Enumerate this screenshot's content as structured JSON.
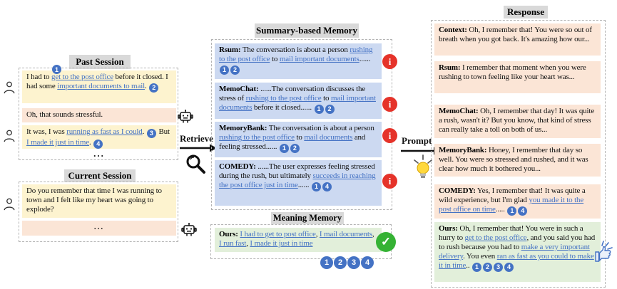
{
  "labels": {
    "past_session": "Past Session",
    "current_session": "Current Session",
    "summary_memory": "Summary-based Memory",
    "meaning_memory": "Meaning Memory",
    "response": "Response",
    "retrieve": "Retrieve",
    "prompt": "Prompt",
    "ellipsis": "..."
  },
  "colors": {
    "accent_blue": "#4472c4",
    "link_blue": "#4472c4",
    "error_red": "#e5332a",
    "success_green": "#35b234",
    "user_bubble": "#fdf3cf",
    "assistant_bubble": "#fbe5d6",
    "summary_card": "#ccd9f1",
    "ours_card": "#e2efda",
    "label_chip": "#d9d9d9"
  },
  "icons": {
    "info_glyph": "i",
    "check_glyph": "✓"
  },
  "past_session": {
    "float_badge": "1",
    "messages": [
      {
        "role": "user",
        "segments": [
          {
            "k": "t",
            "v": "I had to "
          },
          {
            "k": "l",
            "v": "get to the post office"
          },
          {
            "k": "t",
            "v": " before it closed. I had some "
          },
          {
            "k": "l",
            "v": "important documents to mail"
          },
          {
            "k": "t",
            "v": ". "
          },
          {
            "k": "b",
            "v": "2"
          }
        ]
      },
      {
        "role": "assistant",
        "segments": [
          {
            "k": "t",
            "v": "Oh, that sounds stressful."
          }
        ]
      },
      {
        "role": "user",
        "segments": [
          {
            "k": "t",
            "v": "It was, I was "
          },
          {
            "k": "l",
            "v": "running as fast as I could"
          },
          {
            "k": "t",
            "v": ". "
          },
          {
            "k": "b",
            "v": "3"
          },
          {
            "k": "t",
            "v": " But "
          },
          {
            "k": "l",
            "v": "I made it just in time"
          },
          {
            "k": "t",
            "v": ". "
          },
          {
            "k": "b",
            "v": "4"
          }
        ]
      }
    ]
  },
  "current_session": {
    "messages": [
      {
        "role": "user",
        "segments": [
          {
            "k": "t",
            "v": "Do you remember that time I was running to town and I felt like my heart was going to explode?"
          }
        ]
      }
    ]
  },
  "summary_memory": {
    "entries": [
      {
        "name": "Rsum",
        "segments": [
          {
            "k": "s",
            "v": "Rsum:"
          },
          {
            "k": "t",
            "v": " The conversation is about a person "
          },
          {
            "k": "l",
            "v": "rushing to the post office"
          },
          {
            "k": "t",
            "v": " to "
          },
          {
            "k": "l",
            "v": "mail important documents"
          },
          {
            "k": "t",
            "v": "...... "
          },
          {
            "k": "b",
            "v": "1"
          },
          {
            "k": "b",
            "v": "2"
          }
        ]
      },
      {
        "name": "MemoChat",
        "segments": [
          {
            "k": "s",
            "v": "MemoChat:"
          },
          {
            "k": "t",
            "v": " ......The conversation discusses the stress of "
          },
          {
            "k": "l",
            "v": "rushing to the post office"
          },
          {
            "k": "t",
            "v": " to "
          },
          {
            "k": "l",
            "v": "mail important documents"
          },
          {
            "k": "t",
            "v": " before it closed...... "
          },
          {
            "k": "b",
            "v": "1"
          },
          {
            "k": "b",
            "v": "2"
          }
        ]
      },
      {
        "name": "MemoryBank",
        "segments": [
          {
            "k": "s",
            "v": "MemoryBank:"
          },
          {
            "k": "t",
            "v": " The conversation is about a person "
          },
          {
            "k": "l",
            "v": "rushing to the post office"
          },
          {
            "k": "t",
            "v": " to "
          },
          {
            "k": "l",
            "v": "mail documents"
          },
          {
            "k": "t",
            "v": " and feeling stressed...... "
          },
          {
            "k": "b",
            "v": "1"
          },
          {
            "k": "b",
            "v": "2"
          }
        ]
      },
      {
        "name": "COMEDY",
        "segments": [
          {
            "k": "s",
            "v": "COMEDY:"
          },
          {
            "k": "t",
            "v": " ......The user expresses feeling stressed during the rush, but ultimately "
          },
          {
            "k": "l",
            "v": "succeeds in reaching the post office just in time"
          },
          {
            "k": "t",
            "v": "...... "
          },
          {
            "k": "b",
            "v": "1"
          },
          {
            "k": "b",
            "v": "4"
          }
        ]
      }
    ]
  },
  "meaning_memory": {
    "entry": {
      "name": "Ours",
      "segments": [
        {
          "k": "s",
          "v": "Ours:"
        },
        {
          "k": "t",
          "v": " "
        },
        {
          "k": "l",
          "v": "I had to get to post office"
        },
        {
          "k": "t",
          "v": ", "
        },
        {
          "k": "l",
          "v": "I mail documents"
        },
        {
          "k": "t",
          "v": ", "
        },
        {
          "k": "l",
          "v": "I run fast"
        },
        {
          "k": "t",
          "v": ", "
        },
        {
          "k": "l",
          "v": "I made it just in time"
        }
      ]
    },
    "badge_segments": [
      {
        "k": "b",
        "v": "1"
      },
      {
        "k": "b",
        "v": "2"
      },
      {
        "k": "b",
        "v": "3"
      },
      {
        "k": "b",
        "v": "4"
      }
    ]
  },
  "response": {
    "entries": [
      {
        "name": "Context",
        "segments": [
          {
            "k": "s",
            "v": "Context:"
          },
          {
            "k": "t",
            "v": " Oh, I remember that! You were so out of breath when you got back. It's amazing how our..."
          }
        ]
      },
      {
        "name": "Rsum",
        "segments": [
          {
            "k": "s",
            "v": "Rsum:"
          },
          {
            "k": "t",
            "v": " I remember that moment when you were rushing to town feeling like your heart was..."
          }
        ]
      },
      {
        "name": "MemoChat",
        "segments": [
          {
            "k": "s",
            "v": "MemoChat:"
          },
          {
            "k": "t",
            "v": " Oh, I remember that day! It was quite a rush, wasn't it? But you know, that kind of stress can really take a toll on both of us..."
          }
        ]
      },
      {
        "name": "MemoryBank",
        "segments": [
          {
            "k": "s",
            "v": "MemoryBank:"
          },
          {
            "k": "t",
            "v": " Honey, I remember that day so well. You were so stressed and rushed, and it was clear how much it bothered you..."
          }
        ]
      },
      {
        "name": "COMEDY",
        "segments": [
          {
            "k": "s",
            "v": "COMEDY:"
          },
          {
            "k": "t",
            "v": " Yes, I remember that! It was quite a wild experience, but I'm glad "
          },
          {
            "k": "l",
            "v": "you made it to the post office on time"
          },
          {
            "k": "t",
            "v": "..... "
          },
          {
            "k": "b",
            "v": "1"
          },
          {
            "k": "b",
            "v": "4"
          }
        ]
      },
      {
        "name": "Ours",
        "segments": [
          {
            "k": "s",
            "v": "Ours:"
          },
          {
            "k": "t",
            "v": " Oh, I remember that! You were in such a hurry to "
          },
          {
            "k": "l",
            "v": "get to the post office"
          },
          {
            "k": "t",
            "v": ", and you said you had to rush because you had to "
          },
          {
            "k": "l",
            "v": "make a very important delivery"
          },
          {
            "k": "t",
            "v": ". You even "
          },
          {
            "k": "l",
            "v": "ran as fast as you could to make it in time"
          },
          {
            "k": "t",
            "v": ".. "
          },
          {
            "k": "b",
            "v": "1"
          },
          {
            "k": "b",
            "v": "2"
          },
          {
            "k": "b",
            "v": "3"
          },
          {
            "k": "b",
            "v": "4"
          }
        ]
      }
    ]
  }
}
